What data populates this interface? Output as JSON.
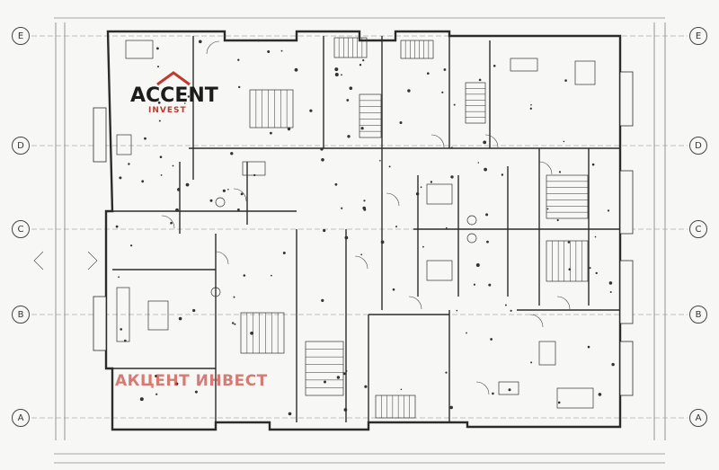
{
  "logo": {
    "main": "ACCENT",
    "sub": "INVEST"
  },
  "watermark": "АКЦЕНТ ИНВЕСТ",
  "axes": {
    "left": [
      "E",
      "D",
      "C",
      "B",
      "A"
    ],
    "right": [
      "E",
      "D",
      "C",
      "B",
      "A"
    ]
  },
  "colors": {
    "line": "#2b2b2b",
    "accent": "#c0392b",
    "paper": "#f7f7f5"
  }
}
